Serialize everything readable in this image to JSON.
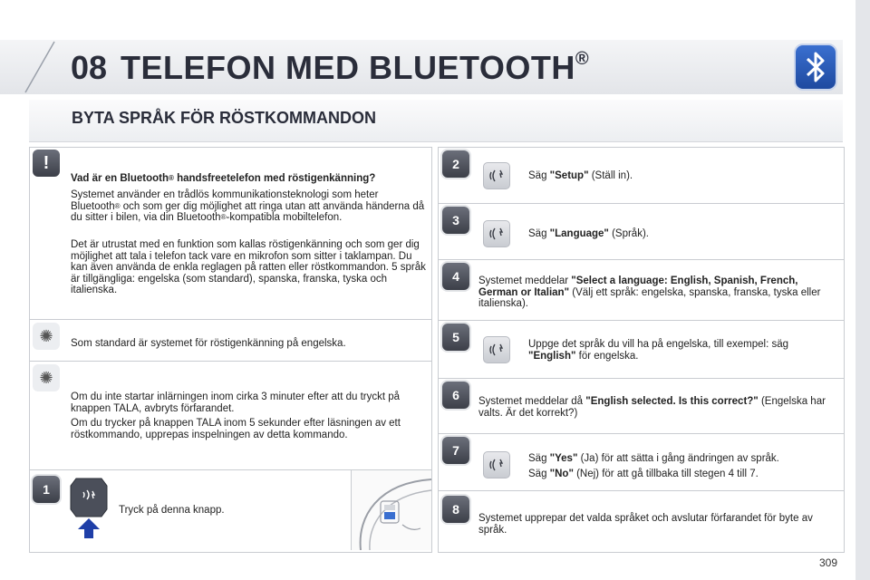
{
  "header": {
    "chapter_number": "08",
    "chapter_title": "TELEFON MED BLUETOOTH",
    "chapter_title_mark": "®"
  },
  "section": {
    "title": "BYTA SPRÅK FÖR RÖSTKOMMANDON"
  },
  "left": {
    "warning_marker": "!",
    "info_heading_a": "Vad är en Bluetooth",
    "info_heading_mark": "®",
    "info_heading_b": " handsfreetelefon med röstigenkänning?",
    "info_p1_a": "Systemet använder en trådlös kommunikationsteknologi som heter Bluetooth",
    "info_p1_mark_1": "®",
    "info_p1_b": " och som ger dig möjlighet att ringa utan att använda händerna då du sitter i bilen, via din Bluetooth",
    "info_p1_mark_2": "®",
    "info_p1_c": "-kompatibla mobiltelefon.",
    "info_p2": "Det är utrustat med en funktion som kallas röstigenkänning och som ger dig möjlighet att tala i telefon tack vare en mikrofon som sitter i taklampan. Du kan även använda de enkla reglagen på ratten eller röstkommandon. 5 språk är tillgängliga: engelska (som standard), spanska, franska, tyska och italienska.",
    "tip1": "Som standard är systemet för röstigenkänning på engelska.",
    "tip2_p1": "Om du inte startar inlärningen inom cirka 3 minuter efter att du tryckt på knappen TALA, avbryts förfarandet.",
    "tip2_p2": "Om du trycker på knappen TALA inom 5 sekunder efter läsningen av ett röstkommando, upprepas inspelningen av detta kommando.",
    "step1_num": "1",
    "step1_text": "Tryck på denna knapp."
  },
  "right": {
    "step2": {
      "num": "2",
      "prefix": "Säg ",
      "cmd": "\"Setup\"",
      "suffix": " (Ställ in)."
    },
    "step3": {
      "num": "3",
      "prefix": "Säg ",
      "cmd": "\"Language\"",
      "suffix": " (Språk)."
    },
    "step4": {
      "num": "4",
      "prefix": "Systemet meddelar ",
      "cmd": "\"Select a language: English, Spanish, French, German or Italian\"",
      "suffix": " (Välj ett språk: engelska, spanska, franska, tyska eller italienska)."
    },
    "step5": {
      "num": "5",
      "prefix": "Uppge det språk du vill ha på engelska, till exempel: säg ",
      "cmd": "\"English\"",
      "suffix": " för engelska."
    },
    "step6": {
      "num": "6",
      "prefix": "Systemet meddelar då ",
      "cmd": "\"English selected. Is this correct?\"",
      "suffix": " (Engelska har valts. Är det korrekt?)"
    },
    "step7": {
      "num": "7",
      "line1_prefix": "Säg ",
      "line1_cmd": "\"Yes\"",
      "line1_suffix": " (Ja) för att sätta i gång ändringen av språk.",
      "line2_prefix": "Säg ",
      "line2_cmd": "\"No\"",
      "line2_suffix": " (Nej) för att gå tillbaka till stegen 4 till 7."
    },
    "step8": {
      "num": "8",
      "text": "Systemet upprepar det valda språket och avslutar förfarandet för byte av språk."
    }
  },
  "footer": {
    "page_number": "309"
  },
  "colors": {
    "title": "#2a2d3a",
    "marker": "#4a4d57",
    "bluetooth": "#2a5cc0",
    "border": "#c9ccd1"
  },
  "icons": [
    "bluetooth-icon",
    "warning-icon",
    "tip-icon",
    "voice-command-icon",
    "push-to-talk-button-icon",
    "steering-wheel-icon"
  ]
}
